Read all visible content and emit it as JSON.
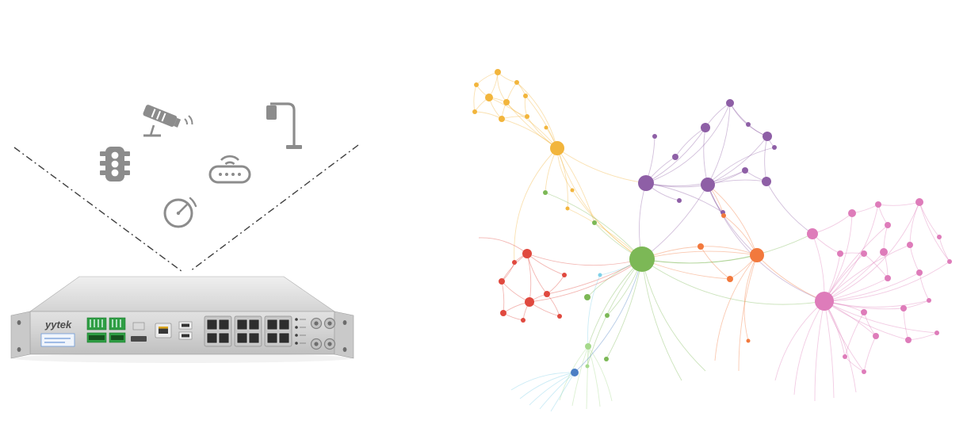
{
  "page": {
    "background": "#ffffff"
  },
  "hero": {
    "funnel_line_color": "#3f3f3f",
    "icon_color": "#8c8c8c",
    "icons": [
      "traffic-light-icon",
      "cctv-camera-icon",
      "street-lamp-icon",
      "smart-device-wifi-icon",
      "speedometer-icon"
    ]
  },
  "device": {
    "brand": "yytek",
    "chassis_color": "#d2d2d2",
    "accent_green": "#2f9e44",
    "features": [
      "terminal-block-connectors",
      "sim-slot",
      "sd-card-slot",
      "ethernet-port",
      "usb-ports",
      "io-modules",
      "led-indicators",
      "antenna-connectors"
    ]
  },
  "network_graph": {
    "colors": {
      "yellow": "#f2b53c",
      "purple": "#8e5fa6",
      "green": "#7cb856",
      "red": "#e0493f",
      "orange": "#f2793d",
      "pink": "#de7cba",
      "blue": "#4b7fc4",
      "cyan": "#7fd0e8",
      "lightgreen": "#a5d98b"
    },
    "edge_opacity": 0.4,
    "edge_width": 0.9,
    "nodes": [
      [
        703,
        187,
        9,
        "yellow"
      ],
      [
        628,
        91,
        4,
        "yellow"
      ],
      [
        652,
        104,
        3,
        "yellow"
      ],
      [
        601,
        107,
        3,
        "yellow"
      ],
      [
        617,
        123,
        5,
        "yellow"
      ],
      [
        639,
        129,
        4,
        "yellow"
      ],
      [
        663,
        121,
        3,
        "yellow"
      ],
      [
        599,
        141,
        3,
        "yellow"
      ],
      [
        633,
        150,
        4,
        "yellow"
      ],
      [
        665,
        147,
        3,
        "yellow"
      ],
      [
        689,
        161,
        2.5,
        "yellow"
      ],
      [
        722,
        240,
        2.5,
        "yellow"
      ],
      [
        716,
        263,
        2.5,
        "yellow"
      ],
      [
        815,
        231,
        10,
        "purple"
      ],
      [
        893,
        233,
        9,
        "purple"
      ],
      [
        921,
        130,
        5,
        "purple"
      ],
      [
        890,
        161,
        6,
        "purple"
      ],
      [
        968,
        172,
        6,
        "purple"
      ],
      [
        944,
        157,
        3,
        "purple"
      ],
      [
        852,
        198,
        4,
        "purple"
      ],
      [
        940,
        215,
        4,
        "purple"
      ],
      [
        967,
        229,
        6,
        "purple"
      ],
      [
        977,
        186,
        3,
        "purple"
      ],
      [
        912,
        268,
        3,
        "purple"
      ],
      [
        857,
        253,
        3,
        "purple"
      ],
      [
        826,
        172,
        3,
        "purple"
      ],
      [
        810,
        327,
        16,
        "green"
      ],
      [
        688,
        243,
        3,
        "green"
      ],
      [
        750,
        281,
        3,
        "green"
      ],
      [
        741,
        375,
        4,
        "green"
      ],
      [
        766,
        398,
        3,
        "green"
      ],
      [
        742,
        437,
        4,
        "lightgreen"
      ],
      [
        765,
        453,
        3,
        "green"
      ],
      [
        741,
        462,
        2.5,
        "lightgreen"
      ],
      [
        665,
        320,
        6,
        "red"
      ],
      [
        633,
        355,
        4,
        "red"
      ],
      [
        668,
        381,
        6,
        "red"
      ],
      [
        635,
        395,
        4,
        "red"
      ],
      [
        690,
        371,
        4,
        "red"
      ],
      [
        712,
        347,
        3,
        "red"
      ],
      [
        660,
        404,
        3,
        "red"
      ],
      [
        706,
        399,
        3,
        "red"
      ],
      [
        649,
        331,
        3,
        "red"
      ],
      [
        955,
        322,
        9,
        "orange"
      ],
      [
        884,
        311,
        4,
        "orange"
      ],
      [
        921,
        352,
        4,
        "orange"
      ],
      [
        913,
        272,
        3,
        "orange"
      ],
      [
        944,
        430,
        2.5,
        "orange"
      ],
      [
        1040,
        380,
        12,
        "pink"
      ],
      [
        1025,
        295,
        7,
        "pink"
      ],
      [
        1075,
        269,
        5,
        "pink"
      ],
      [
        1108,
        258,
        4,
        "pink"
      ],
      [
        1160,
        255,
        5,
        "pink"
      ],
      [
        1120,
        284,
        4,
        "pink"
      ],
      [
        1185,
        299,
        3,
        "pink"
      ],
      [
        1148,
        309,
        4,
        "pink"
      ],
      [
        1115,
        318,
        5,
        "pink"
      ],
      [
        1090,
        320,
        4,
        "pink"
      ],
      [
        1060,
        320,
        4,
        "pink"
      ],
      [
        1198,
        330,
        3,
        "pink"
      ],
      [
        1160,
        344,
        4,
        "pink"
      ],
      [
        1120,
        351,
        4,
        "pink"
      ],
      [
        1090,
        394,
        4,
        "pink"
      ],
      [
        1140,
        389,
        4,
        "pink"
      ],
      [
        1172,
        379,
        3,
        "pink"
      ],
      [
        1105,
        424,
        4,
        "pink"
      ],
      [
        1146,
        429,
        4,
        "pink"
      ],
      [
        1066,
        450,
        3,
        "pink"
      ],
      [
        1090,
        469,
        3,
        "pink"
      ],
      [
        1182,
        420,
        3,
        "pink"
      ],
      [
        725,
        470,
        5,
        "blue"
      ],
      [
        757,
        347,
        2.5,
        "cyan"
      ]
    ],
    "edges": [
      [
        0,
        4,
        0.12
      ],
      [
        0,
        5,
        -0.08
      ],
      [
        0,
        8,
        0.1
      ],
      [
        0,
        9,
        -0.1
      ],
      [
        0,
        6,
        0.08
      ],
      [
        0,
        2,
        0.15
      ],
      [
        0,
        10,
        0.05
      ],
      [
        0,
        11,
        0.15
      ],
      [
        0,
        12,
        -0.12
      ],
      [
        1,
        2,
        0.15
      ],
      [
        1,
        4,
        -0.12
      ],
      [
        1,
        3,
        0.12
      ],
      [
        1,
        5,
        0.2
      ],
      [
        2,
        5,
        0.08
      ],
      [
        2,
        6,
        -0.1
      ],
      [
        3,
        4,
        0.1
      ],
      [
        3,
        7,
        0.12
      ],
      [
        4,
        5,
        -0.08
      ],
      [
        4,
        7,
        0.1
      ],
      [
        4,
        8,
        0.12
      ],
      [
        5,
        8,
        0.08
      ],
      [
        5,
        9,
        0.18
      ],
      [
        6,
        9,
        0.12
      ],
      [
        7,
        8,
        -0.12
      ],
      [
        8,
        9,
        -0.08
      ],
      [
        0,
        13,
        0.12
      ],
      [
        0,
        26,
        0.18
      ],
      [
        0,
        27,
        0.1
      ],
      [
        0,
        28,
        -0.08
      ],
      [
        0,
        42,
        0.22
      ],
      [
        11,
        26,
        0.1
      ],
      [
        12,
        26,
        -0.08
      ],
      [
        13,
        14,
        0.1
      ],
      [
        13,
        15,
        0.22
      ],
      [
        13,
        16,
        0.12
      ],
      [
        13,
        19,
        -0.08
      ],
      [
        13,
        20,
        0.16
      ],
      [
        13,
        23,
        -0.1
      ],
      [
        13,
        24,
        0.12
      ],
      [
        13,
        25,
        0.08
      ],
      [
        14,
        15,
        0.12
      ],
      [
        14,
        16,
        -0.1
      ],
      [
        14,
        17,
        0.12
      ],
      [
        14,
        20,
        0.08
      ],
      [
        14,
        21,
        -0.1
      ],
      [
        14,
        22,
        -0.14
      ],
      [
        14,
        23,
        0.12
      ],
      [
        15,
        16,
        0.1
      ],
      [
        15,
        17,
        0.18
      ],
      [
        15,
        18,
        0.08
      ],
      [
        16,
        19,
        0.1
      ],
      [
        17,
        21,
        0.1
      ],
      [
        17,
        22,
        0.08
      ],
      [
        18,
        17,
        0.1
      ],
      [
        20,
        21,
        0.08
      ],
      [
        13,
        26,
        0.12
      ],
      [
        14,
        26,
        -0.1
      ],
      [
        14,
        43,
        0.12
      ],
      [
        14,
        48,
        0.22
      ],
      [
        21,
        49,
        0.12
      ],
      [
        26,
        27,
        0.12
      ],
      [
        26,
        28,
        -0.08
      ],
      [
        26,
        29,
        0.1
      ],
      [
        26,
        30,
        -0.1
      ],
      [
        26,
        31,
        0.12
      ],
      [
        26,
        32,
        -0.08
      ],
      [
        26,
        33,
        0.1
      ],
      [
        26,
        43,
        0.1
      ],
      [
        26,
        48,
        0.2
      ],
      [
        26,
        49,
        0.16
      ],
      [
        26,
        [
          890,
          468
        ],
        0.15
      ],
      [
        26,
        [
          860,
          480
        ],
        0.1
      ],
      [
        31,
        [
          706,
          505
        ],
        0.1
      ],
      [
        31,
        [
          722,
          512
        ],
        0.04
      ],
      [
        31,
        [
          740,
          516
        ],
        0
      ],
      [
        31,
        [
          757,
          513
        ],
        -0.05
      ],
      [
        31,
        [
          772,
          506
        ],
        -0.1
      ],
      [
        33,
        31,
        0.05
      ],
      [
        34,
        35,
        0.1
      ],
      [
        34,
        36,
        -0.1
      ],
      [
        34,
        38,
        0.1
      ],
      [
        34,
        39,
        0.08
      ],
      [
        34,
        42,
        0.08
      ],
      [
        34,
        26,
        0.15
      ],
      [
        34,
        [
          604,
          300
        ],
        0.18
      ],
      [
        35,
        36,
        0.1
      ],
      [
        35,
        37,
        -0.08
      ],
      [
        35,
        42,
        0.12
      ],
      [
        36,
        37,
        0.1
      ],
      [
        36,
        38,
        -0.08
      ],
      [
        36,
        40,
        0.1
      ],
      [
        36,
        41,
        0.08
      ],
      [
        36,
        26,
        0.12
      ],
      [
        37,
        40,
        0.08
      ],
      [
        38,
        39,
        0.1
      ],
      [
        38,
        41,
        -0.1
      ],
      [
        38,
        26,
        0.08
      ],
      [
        43,
        44,
        0.1
      ],
      [
        43,
        45,
        -0.08
      ],
      [
        43,
        46,
        0.12
      ],
      [
        43,
        47,
        0.18
      ],
      [
        43,
        26,
        0.1
      ],
      [
        43,
        48,
        0.1
      ],
      [
        43,
        14,
        0.14
      ],
      [
        44,
        45,
        0.1
      ],
      [
        44,
        26,
        0.08
      ],
      [
        45,
        26,
        -0.08
      ],
      [
        46,
        14,
        0.1
      ],
      [
        43,
        [
          902,
          455
        ],
        0.15
      ],
      [
        43,
        [
          932,
          468
        ],
        0.08
      ],
      [
        48,
        49,
        0.1
      ],
      [
        48,
        50,
        0.14
      ],
      [
        48,
        51,
        0.16
      ],
      [
        48,
        52,
        0.2
      ],
      [
        48,
        53,
        -0.08
      ],
      [
        48,
        55,
        -0.1
      ],
      [
        48,
        56,
        0.08
      ],
      [
        48,
        57,
        -0.06
      ],
      [
        48,
        58,
        0.08
      ],
      [
        48,
        59,
        0.15
      ],
      [
        48,
        60,
        0.1
      ],
      [
        48,
        61,
        0.06
      ],
      [
        48,
        62,
        -0.08
      ],
      [
        48,
        63,
        0.08
      ],
      [
        48,
        64,
        0.12
      ],
      [
        48,
        65,
        -0.06
      ],
      [
        48,
        66,
        0.08
      ],
      [
        48,
        67,
        -0.08
      ],
      [
        48,
        68,
        0.06
      ],
      [
        48,
        69,
        0.1
      ],
      [
        49,
        50,
        0.1
      ],
      [
        49,
        58,
        0.08
      ],
      [
        50,
        51,
        0.08
      ],
      [
        51,
        52,
        0.1
      ],
      [
        51,
        53,
        0.08
      ],
      [
        52,
        54,
        0.08
      ],
      [
        52,
        55,
        0.1
      ],
      [
        52,
        59,
        0.1
      ],
      [
        53,
        56,
        0.08
      ],
      [
        54,
        59,
        0.08
      ],
      [
        55,
        60,
        0.08
      ],
      [
        56,
        61,
        -0.08
      ],
      [
        57,
        58,
        0.06
      ],
      [
        60,
        64,
        0.08
      ],
      [
        61,
        57,
        0.05
      ],
      [
        62,
        65,
        0.08
      ],
      [
        62,
        67,
        0.06
      ],
      [
        63,
        64,
        0.06
      ],
      [
        63,
        66,
        0.06
      ],
      [
        65,
        68,
        0.06
      ],
      [
        66,
        69,
        0.08
      ],
      [
        67,
        68,
        0.08
      ],
      [
        48,
        [
          1002,
          498
        ],
        0.12
      ],
      [
        48,
        [
          1028,
          506
        ],
        0.05
      ],
      [
        48,
        [
          1052,
          502
        ],
        -0.04
      ],
      [
        48,
        [
          978,
          480
        ],
        0.16
      ],
      [
        48,
        [
          1080,
          495
        ],
        -0.1
      ],
      [
        70,
        26,
        0.14
      ],
      [
        70,
        [
          656,
          503
        ],
        0.12,
        "cyan"
      ],
      [
        70,
        [
          668,
          511
        ],
        0.08,
        "cyan"
      ],
      [
        70,
        [
          681,
          516
        ],
        0.04,
        "cyan"
      ],
      [
        70,
        [
          695,
          519
        ],
        0,
        "cyan"
      ],
      [
        70,
        [
          645,
          492
        ],
        0.15,
        "cyan"
      ],
      [
        71,
        26,
        0.08,
        "cyan"
      ],
      [
        71,
        31,
        0.12,
        "cyan"
      ]
    ]
  }
}
